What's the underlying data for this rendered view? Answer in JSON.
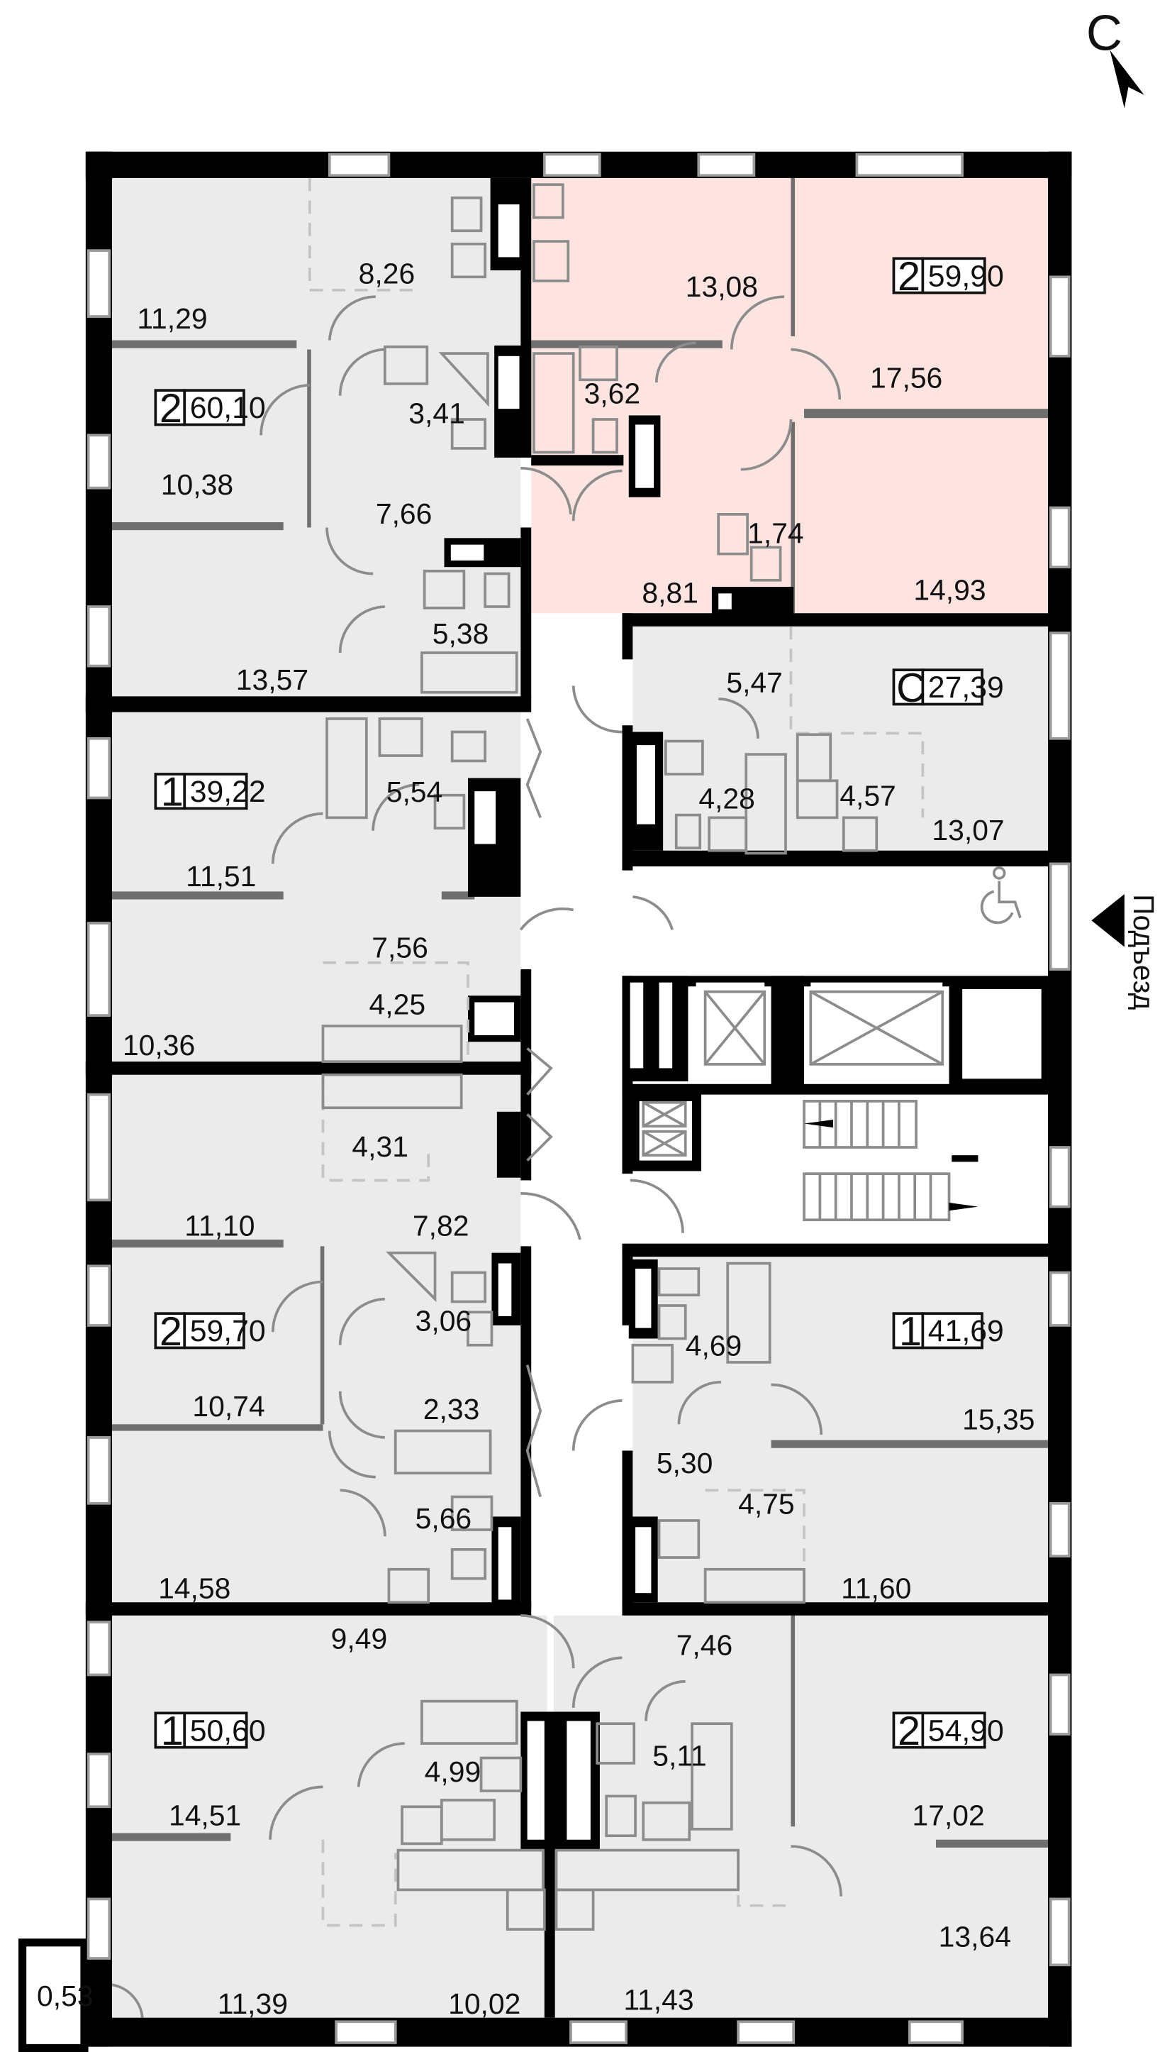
{
  "compass": {
    "label": "С"
  },
  "entrance": {
    "label": "Подъезд"
  },
  "apartments": [
    {
      "id": "apt-1",
      "rooms": "2",
      "area": "60,10"
    },
    {
      "id": "apt-2",
      "rooms": "2",
      "area": "59,90"
    },
    {
      "id": "apt-3",
      "rooms": "С",
      "area": "27,39"
    },
    {
      "id": "apt-4",
      "rooms": "1",
      "area": "39,22"
    },
    {
      "id": "apt-5",
      "rooms": "2",
      "area": "59,70"
    },
    {
      "id": "apt-6",
      "rooms": "1",
      "area": "41,69"
    },
    {
      "id": "apt-7",
      "rooms": "1",
      "area": "50,60"
    },
    {
      "id": "apt-8",
      "rooms": "2",
      "area": "54,90"
    }
  ],
  "room_areas": [
    "8,26",
    "11,29",
    "13,08",
    "17,56",
    "3,41",
    "3,62",
    "10,38",
    "7,66",
    "1,74",
    "8,81",
    "14,93",
    "5,38",
    "13,57",
    "5,47",
    "4,28",
    "4,57",
    "13,07",
    "5,54",
    "11,51",
    "7,56",
    "4,25",
    "10,36",
    "4,31",
    "11,10",
    "7,82",
    "4,69",
    "3,06",
    "15,35",
    "10,74",
    "2,33",
    "5,30",
    "4,75",
    "5,66",
    "14,58",
    "11,60",
    "9,49",
    "7,46",
    "4,99",
    "5,11",
    "14,51",
    "17,02",
    "13,64",
    "0,53",
    "11,39",
    "10,02",
    "11,43"
  ],
  "highlight_color": "#fde4e1",
  "room_fill_color": "#ebebeb",
  "icons": [
    "north-arrow-icon",
    "entrance-arrow-icon",
    "wheelchair-icon",
    "elevator-icon",
    "stair-arrow-icon"
  ]
}
